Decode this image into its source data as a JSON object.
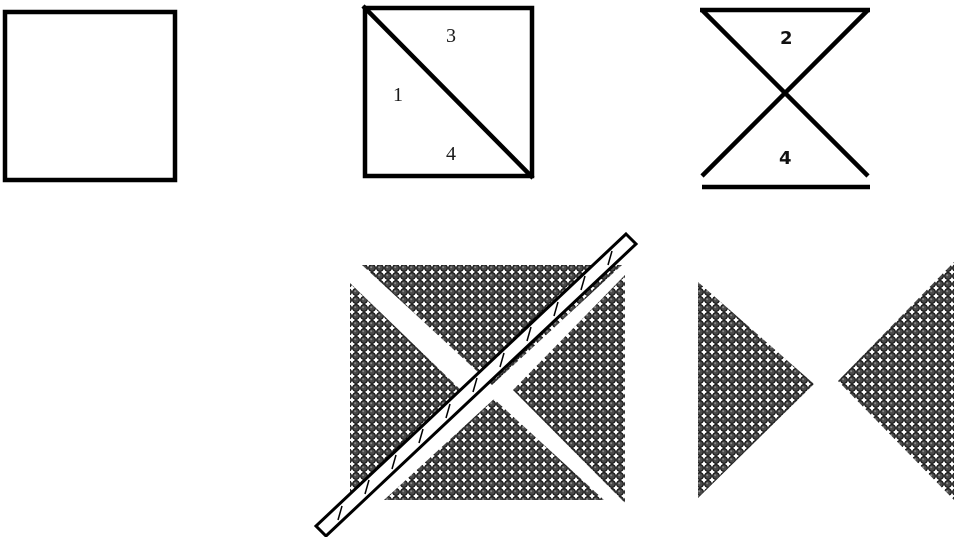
{
  "colors": {
    "line": "#000000",
    "bead_fill": "#3a3a3a",
    "bead_edge": "#111111",
    "background": "#ffffff"
  },
  "panel_square": {
    "description_icon": "plain-square"
  },
  "panel_divided_square": {
    "labels": {
      "top": "3",
      "left": "1",
      "bottom": "4"
    }
  },
  "panel_hourglass": {
    "labels": {
      "top": "2",
      "bottom": "4"
    }
  },
  "bead_panels": {
    "left_icon": "bead-square-with-rod",
    "right_icon": "bead-triangles-pair"
  }
}
